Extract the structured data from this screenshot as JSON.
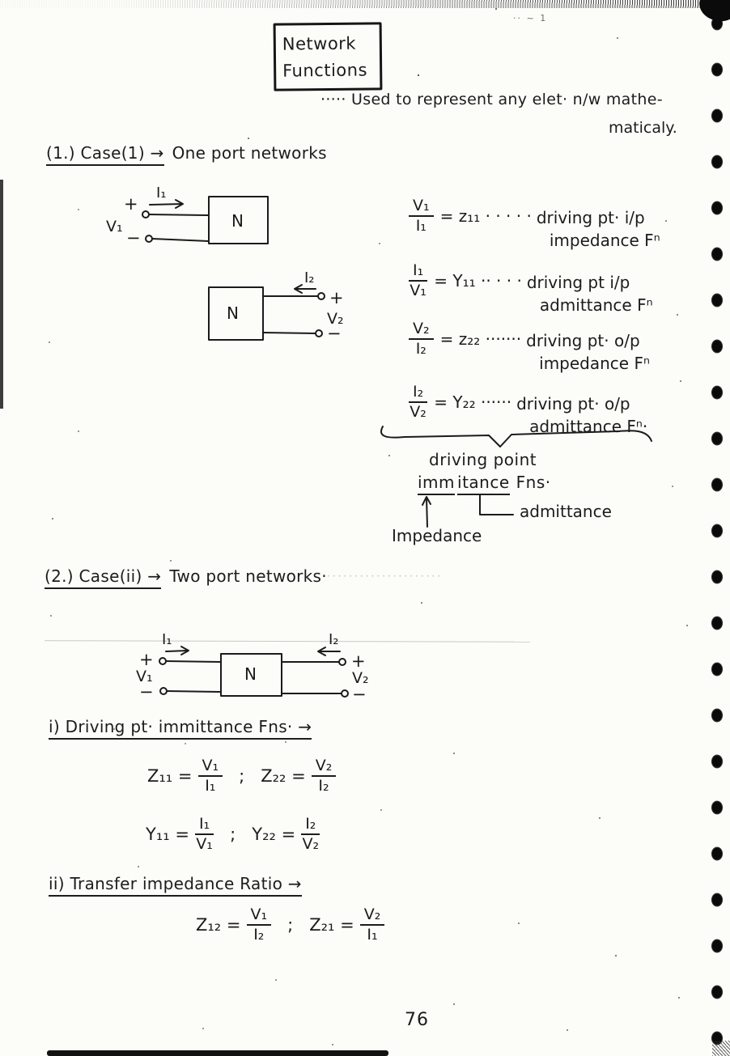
{
  "header": {
    "box_line1": "Network",
    "box_line2": "Functions",
    "intro_line1": "····· Used to represent any elet· n/w mathe-",
    "intro_line2": "maticaly.",
    "top_mark": "·· ~ 1"
  },
  "section1": {
    "numbered": "(1.) Case(1) →",
    "rest": "One port networks"
  },
  "oneport_in": {
    "current": "I₁",
    "voltage": "V₁",
    "plus": "+",
    "minus": "−",
    "box": "N"
  },
  "oneport_out": {
    "current": "I₂",
    "voltage": "V₂",
    "plus": "+",
    "minus": "−",
    "box": "N"
  },
  "oneport_eqs": [
    {
      "num": "V₁",
      "den": "I₁",
      "rhs": "= z₁₁ · · · · ·",
      "desc1": "driving pt· i/p",
      "desc2": "impedance Fⁿ"
    },
    {
      "num": "I₁",
      "den": "V₁",
      "rhs": "= Y₁₁ ·· · · ·",
      "desc1": "driving pt i/p",
      "desc2": "admittance Fⁿ"
    },
    {
      "num": "V₂",
      "den": "I₂",
      "rhs": "= z₂₂ ·······",
      "desc1": "driving pt· o/p",
      "desc2": "impedance Fⁿ"
    },
    {
      "num": "I₂",
      "den": "V₂",
      "rhs": "= Y₂₂ ······",
      "desc1": "driving pt· o/p",
      "desc2": "admittance Fⁿ·"
    }
  ],
  "note": {
    "line1": "driving point",
    "imm": "imm",
    "itance": "itance",
    "fns": "Fns·",
    "impedance": "Impedance",
    "admittance": "admittance"
  },
  "section2": {
    "numbered": "(2.) Case(ii) →",
    "rest": "Two port networks·",
    "leader": "·····················"
  },
  "twoport": {
    "i1": "I₁",
    "i2": "I₂",
    "v1": "V₁",
    "v2": "V₂",
    "plus1": "+",
    "minus1": "−",
    "plus2": "+",
    "minus2": "−",
    "box": "N"
  },
  "sub1": {
    "heading": "i) Driving pt· immittance Fns· →"
  },
  "immittance_eqs": [
    {
      "l1": "Z₁₁ =",
      "n1": "V₁",
      "d1": "I₁",
      "sep": ";",
      "l2": "Z₂₂ =",
      "n2": "V₂",
      "d2": "I₂"
    },
    {
      "l1": "Y₁₁ =",
      "n1": "I₁",
      "d1": "V₁",
      "sep": ";",
      "l2": "Y₂₂ =",
      "n2": "I₂",
      "d2": "V₂"
    }
  ],
  "sub2": {
    "heading": "ii) Transfer impedance Ratio →"
  },
  "transfer_eqs": [
    {
      "l1": "Z₁₂ =",
      "n1": "V₁",
      "d1": "I₂",
      "sep": ";",
      "l2": "Z₂₁ =",
      "n2": "V₂",
      "d2": "I₁"
    }
  ],
  "footer": {
    "page_number": "76"
  }
}
